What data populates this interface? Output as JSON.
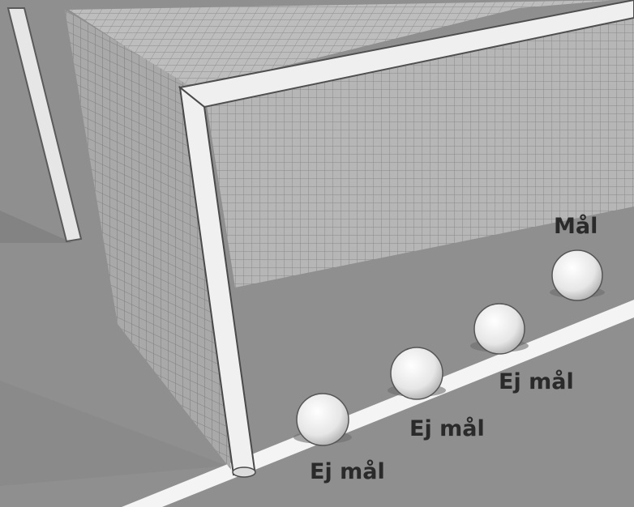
{
  "labels": {
    "goal": "Mål",
    "no_goal_1": "Ej mål",
    "no_goal_2": "Ej mål",
    "no_goal_3": "Ej mål"
  },
  "colors": {
    "ground": "#8f8f8f",
    "net": "#b4b4b4",
    "post": "#ececec",
    "goal_line": "#f4f4f4",
    "ball": "#eeeeee",
    "text": "#2a2a2a"
  }
}
